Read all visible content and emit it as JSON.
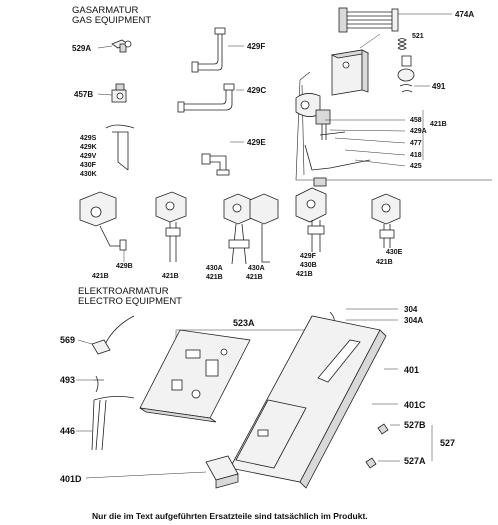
{
  "gas": {
    "title_de": "GASARMATUR",
    "title_en": "GAS EQUIPMENT",
    "labels": {
      "p474a": "474A",
      "p521": "521",
      "p529a": "529A",
      "p429f": "429F",
      "p457b": "457B",
      "p429c": "429C",
      "p491": "491",
      "p458": "458",
      "p421b_right": "421B",
      "p429a": "429A",
      "p477": "477",
      "p429e": "429E",
      "p418": "418",
      "p425": "425",
      "p429s": "429S",
      "p429k": "429K",
      "p429v": "429V",
      "p430f_left": "430F",
      "p430k": "430K",
      "v1_429b": "429B",
      "v1_421b": "421B",
      "v2_421b": "421B",
      "v3_430a": "430A",
      "v3_421b": "421B",
      "v4_430a": "430A",
      "v4_421b": "421B",
      "v5_429f": "429F",
      "v5_430b": "430B",
      "v5_421b": "421B",
      "v6_430e": "430E",
      "v6_421b": "421B"
    }
  },
  "electro": {
    "title_de": "ELEKTROARMATUR",
    "title_en": "ELECTRO EQUIPMENT",
    "labels": {
      "p304": "304",
      "p304a": "304A",
      "p523a": "523A",
      "p569": "569",
      "p401": "401",
      "p493": "493",
      "p401c": "401C",
      "p527b": "527B",
      "p527": "527",
      "p446": "446",
      "p527a": "527A",
      "p401d": "401D"
    }
  },
  "footer": {
    "note": "Nur die im Text aufgeführten Ersatzteile sind tatsächlich im Produkt."
  }
}
